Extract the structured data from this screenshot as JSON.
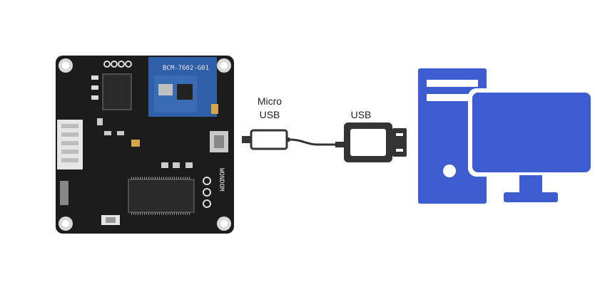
{
  "labels": {
    "micro_line1": "Micro",
    "micro_line2": "USB",
    "usb": "USB"
  },
  "board": {
    "module_label": "BCM-7602-G01",
    "brand_label": "WONDOM"
  },
  "colors": {
    "pc_blue": "#3d5ccf",
    "pcb_black": "#1c1c1c",
    "module_blue": "#2f5fa8",
    "cable_dark": "#333333"
  },
  "icons": [
    "circuit-board-image",
    "micro-usb-plug-icon",
    "usb-cable-icon",
    "usb-plug-icon",
    "desktop-computer-icon"
  ]
}
